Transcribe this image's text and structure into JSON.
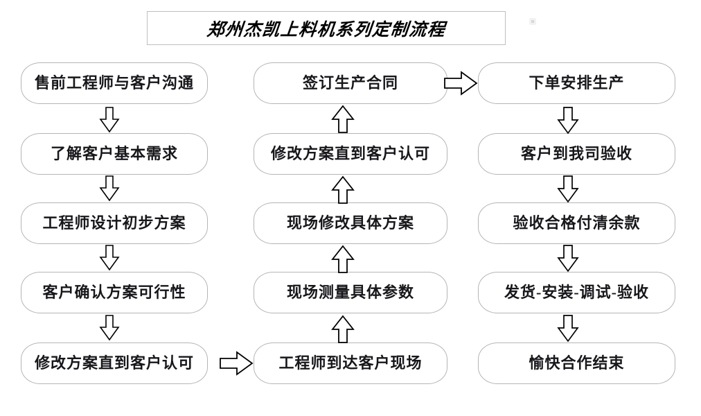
{
  "title": {
    "text": "郑州杰凯上料机系列定制流程"
  },
  "columns": [
    {
      "id": "column-1",
      "nodes": [
        {
          "label": "售前工程师与客户沟通"
        },
        {
          "label": "了解客户基本需求"
        },
        {
          "label": "工程师设计初步方案"
        },
        {
          "label": "客户确认方案可行性"
        },
        {
          "label": "修改方案直到客户认可"
        }
      ]
    },
    {
      "id": "column-2",
      "nodes": [
        {
          "label": "签订生产合同"
        },
        {
          "label": "修改方案直到客户认可"
        },
        {
          "label": "现场修改具体方案"
        },
        {
          "label": "现场测量具体参数"
        },
        {
          "label": "工程师到达客户现场"
        }
      ]
    },
    {
      "id": "column-3",
      "nodes": [
        {
          "label": "下单安排生产"
        },
        {
          "label": "客户到我司验收"
        },
        {
          "label": "验收合格付清余款"
        },
        {
          "label": "发货-安装-调试-验收"
        },
        {
          "label": "愉快合作结束"
        }
      ]
    }
  ],
  "arrows": [
    {
      "name": "arrow-col1-r1-r2",
      "direction": "down"
    },
    {
      "name": "arrow-col1-r2-r3",
      "direction": "down"
    },
    {
      "name": "arrow-col1-r3-r4",
      "direction": "down"
    },
    {
      "name": "arrow-col1-r4-r5",
      "direction": "down"
    },
    {
      "name": "arrow-col1-r5-to-col2-r5",
      "direction": "right"
    },
    {
      "name": "arrow-col2-r5-r4",
      "direction": "up"
    },
    {
      "name": "arrow-col2-r4-r3",
      "direction": "up"
    },
    {
      "name": "arrow-col2-r3-r2",
      "direction": "up"
    },
    {
      "name": "arrow-col2-r2-r1",
      "direction": "up"
    },
    {
      "name": "arrow-col2-r1-to-col3-r1",
      "direction": "right"
    },
    {
      "name": "arrow-col3-r1-r2",
      "direction": "down"
    },
    {
      "name": "arrow-col3-r2-r3",
      "direction": "down"
    },
    {
      "name": "arrow-col3-r3-r4",
      "direction": "down"
    },
    {
      "name": "arrow-col3-r4-r5",
      "direction": "down"
    }
  ],
  "colors": {
    "node_border": "#b5b5b5",
    "title_border": "#bfbfbf",
    "text": "#17171b",
    "arrow_stroke": "#000000",
    "background": "#ffffff"
  }
}
